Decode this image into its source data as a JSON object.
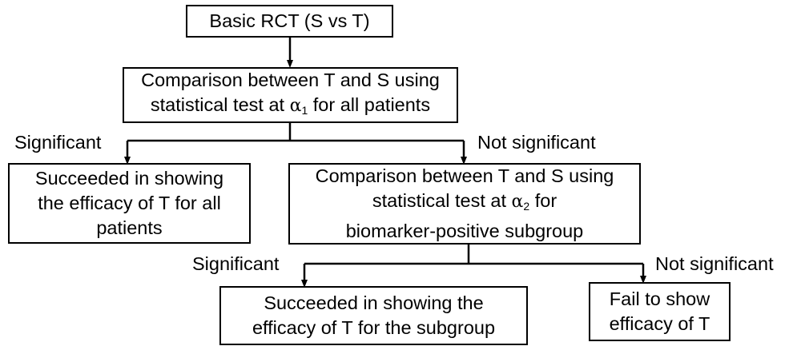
{
  "nodes": {
    "root": {
      "lines": [
        "Basic RCT (S vs T)"
      ]
    },
    "test1": {
      "line1": "Comparison between T and S using",
      "line2_pre": "statistical test at ",
      "alpha_symbol": "α",
      "alpha_sub": "1",
      "line2_post": " for all patients"
    },
    "success_all": {
      "lines": [
        "Succeeded in showing",
        "the efficacy of T for all",
        "patients"
      ]
    },
    "test2": {
      "line1": "Comparison between T and S using",
      "line2_pre": "statistical test at ",
      "alpha_symbol": "α",
      "alpha_sub": "2",
      "line2_post": " for",
      "line3": "biomarker-positive subgroup"
    },
    "success_sub": {
      "lines": [
        "Succeeded in showing the",
        "efficacy of T for the subgroup"
      ]
    },
    "fail": {
      "lines": [
        "Fail to show",
        "efficacy of T"
      ]
    }
  },
  "edges": {
    "sig1": "Significant",
    "notsig1": "Not significant",
    "sig2": "Significant",
    "notsig2": "Not significant"
  }
}
